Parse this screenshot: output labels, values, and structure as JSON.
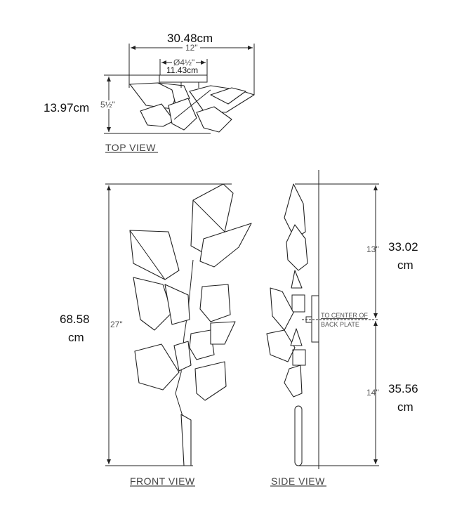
{
  "top_view": {
    "width_cm": "30.48cm",
    "width_in": "12\"",
    "plate_in": "Ø4½\"",
    "plate_cm": "11.43cm",
    "height_cm": "13.97cm",
    "height_in": "5½\"",
    "label": "TOP VIEW"
  },
  "front_view": {
    "height_cm_value": "68.58",
    "height_cm_unit": "cm",
    "height_in": "27\"",
    "label": "FRONT VIEW"
  },
  "side_view": {
    "upper_in": "13\"",
    "upper_cm_value": "33.02",
    "upper_cm_unit": "cm",
    "note_line1": "TO CENTER OF",
    "note_line2": "BACK PLATE",
    "lower_in": "14\"",
    "lower_cm_value": "35.56",
    "lower_cm_unit": "cm",
    "label": "SIDE VIEW"
  }
}
